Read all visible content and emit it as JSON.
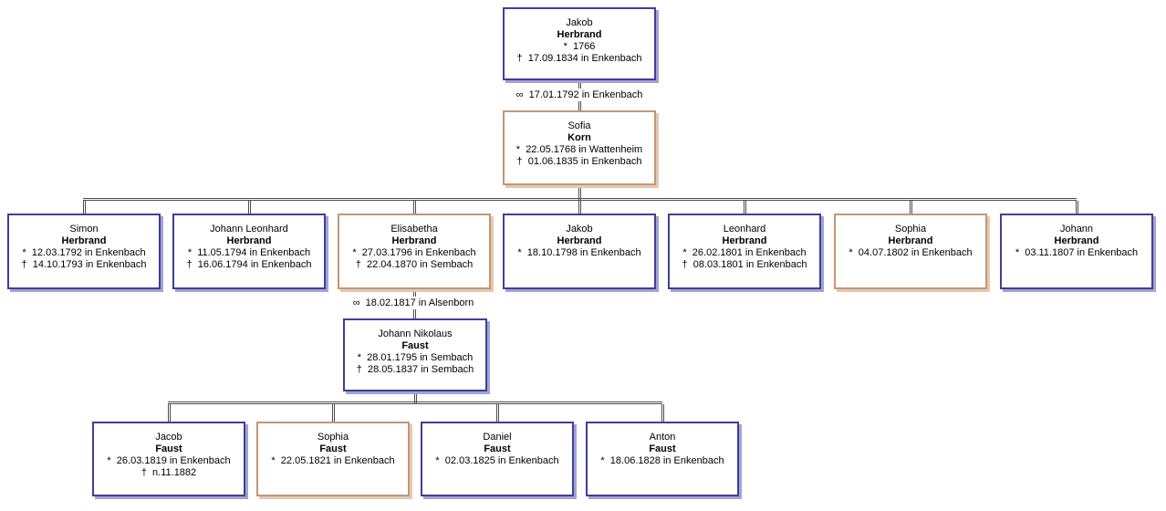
{
  "colors": {
    "male_border": "#3f3f99",
    "male_shadow": "#a2a2d5",
    "female_border": "#c29775",
    "female_shadow": "#e3c9b1",
    "connector": "#4d4d4d",
    "text": "#000000",
    "background": "#ffffff"
  },
  "symbols": {
    "marriage": "∞",
    "birth": "*",
    "death": "†"
  },
  "persons": [
    {
      "given": "Jakob",
      "surname": "Herbrand",
      "birth": "*  1766",
      "death": "†  17.09.1834 in Enkenbach",
      "sex": "male"
    },
    {
      "given": "Sofia",
      "surname": "Korn",
      "birth": "*  22.05.1768 in Wattenheim",
      "death": "†  01.06.1835 in Enkenbach",
      "sex": "female"
    },
    {
      "given": "Simon",
      "surname": "Herbrand",
      "birth": "*  12.03.1792 in Enkenbach",
      "death": "†  14.10.1793 in Enkenbach",
      "sex": "male"
    },
    {
      "given": "Johann Leonhard",
      "surname": "Herbrand",
      "birth": "*  11.05.1794 in Enkenbach",
      "death": "†  16.06.1794 in Enkenbach",
      "sex": "male"
    },
    {
      "given": "Elisabetha",
      "surname": "Herbrand",
      "birth": "*  27.03.1796 in Enkenbach",
      "death": "†  22.04.1870 in Sembach",
      "sex": "female"
    },
    {
      "given": "Jakob",
      "surname": "Herbrand",
      "birth": "*  18.10.1798 in Enkenbach",
      "death": "",
      "sex": "male"
    },
    {
      "given": "Leonhard",
      "surname": "Herbrand",
      "birth": "*  26.02.1801 in Enkenbach",
      "death": "†  08.03.1801 in Enkenbach",
      "sex": "male"
    },
    {
      "given": "Sophia",
      "surname": "Herbrand",
      "birth": "*  04.07.1802 in Enkenbach",
      "death": "",
      "sex": "female"
    },
    {
      "given": "Johann",
      "surname": "Herbrand",
      "birth": "*  03.11.1807 in Enkenbach",
      "death": "",
      "sex": "male"
    },
    {
      "given": "Johann Nikolaus",
      "surname": "Faust",
      "birth": "*  28.01.1795 in Sembach",
      "death": "†  28.05.1837 in Sembach",
      "sex": "male"
    },
    {
      "given": "Jacob",
      "surname": "Faust",
      "birth": "*  26.03.1819 in Enkenbach",
      "death": "†  n.11.1882",
      "sex": "male"
    },
    {
      "given": "Sophia",
      "surname": "Faust",
      "birth": "*  22.05.1821 in Enkenbach",
      "death": "",
      "sex": "female"
    },
    {
      "given": "Daniel",
      "surname": "Faust",
      "birth": "*  02.03.1825 in Enkenbach",
      "death": "",
      "sex": "male"
    },
    {
      "given": "Anton",
      "surname": "Faust",
      "birth": "*  18.06.1828 in Enkenbach",
      "death": "",
      "sex": "male"
    }
  ],
  "marriages": [
    {
      "label": "∞  17.01.1792 in Enkenbach"
    },
    {
      "label": "∞  18.02.1817 in Alsenborn"
    }
  ]
}
